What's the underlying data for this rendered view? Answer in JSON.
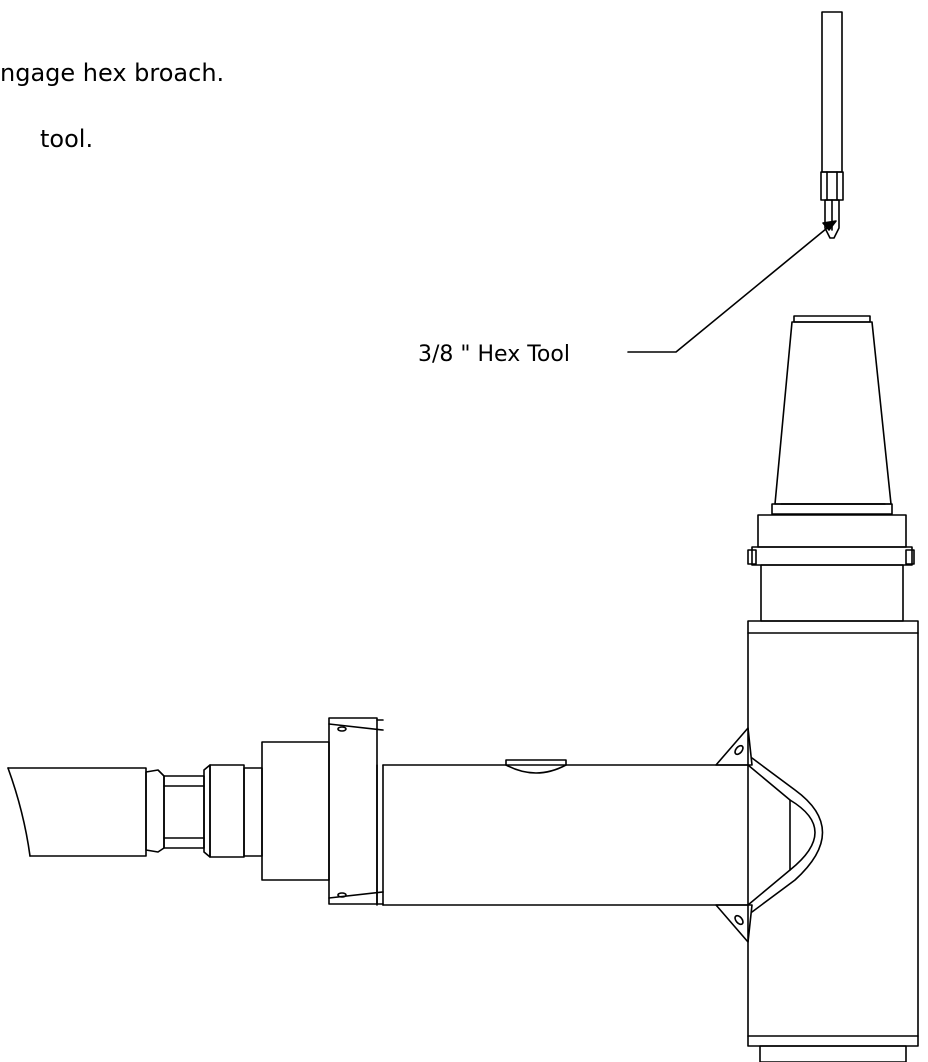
{
  "instructions": {
    "line1": "ngage hex broach.",
    "line2": "tool."
  },
  "callouts": {
    "hex_tool": "3/8 \" Hex Tool"
  },
  "colors": {
    "ink": "#000000",
    "paper": "#ffffff"
  }
}
